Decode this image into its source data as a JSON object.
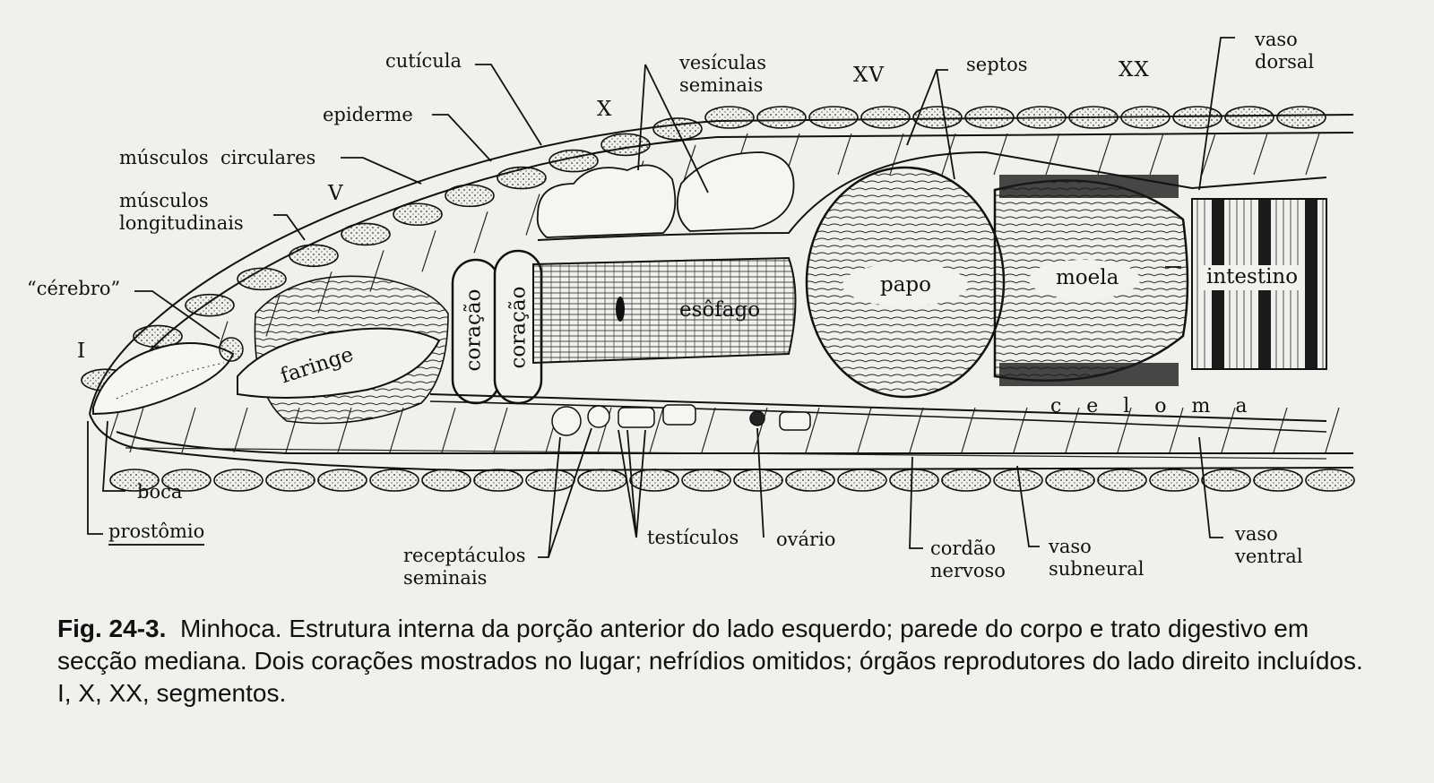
{
  "labels": {
    "cuticula": "cutícula",
    "vesiculas": "vesículas\nseminais",
    "septos": "septos",
    "vaso_dorsal": "vaso\ndorsal",
    "epiderme": "epiderme",
    "musculos_circulares": "músculos  circulares",
    "musculos_longitudinais": "músculos\nlongitudinais",
    "cerebro": "“cérebro”",
    "boca": "boca",
    "prostomio": "prostômio",
    "faringe": "faringe",
    "coracao1": "coração",
    "coracao2": "coração",
    "esofago": "esôfago",
    "papo": "papo",
    "moela": "moela",
    "intestino": "intestino",
    "celoma": "c    e    l    o    m    a",
    "receptaculos": "receptáculos\nseminais",
    "testiculos": "testículos",
    "ovario": "ovário",
    "cordao": "cordão\nnervoso",
    "vaso_subneural": "vaso\nsubneural",
    "vaso_ventral": "vaso\nventral"
  },
  "segments": {
    "I": "I",
    "V": "V",
    "X": "X",
    "XV": "XV",
    "XX": "XX"
  },
  "caption": {
    "figure": "Fig.  24-3.",
    "text": "Minhoca.  Estrutura interna da porção anterior do lado esquerdo;  parede do corpo e trato digestivo em secção mediana.  Dois corações mostrados no lugar;  nefrídios omitidos; órgãos reprodutores do lado direito incluídos.  I,  X,  XX,  segmentos."
  }
}
